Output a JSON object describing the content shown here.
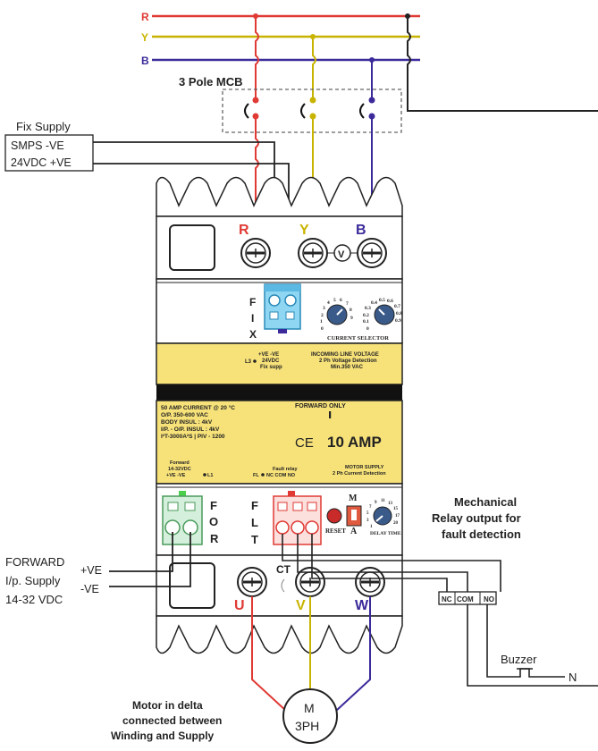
{
  "phases": {
    "r": "R",
    "y": "Y",
    "b": "B"
  },
  "mcb_label": "3 Pole MCB",
  "fix_supply": {
    "title": "Fix Supply",
    "smps_line1": "SMPS  -VE",
    "smps_line2": "24VDC +VE"
  },
  "terminals_top": {
    "r": "R",
    "y": "Y",
    "b": "B",
    "v": "V"
  },
  "terminals_bottom": {
    "u": "U",
    "v": "V",
    "w": "W",
    "ct": "CT"
  },
  "fix_connector": {
    "f": "F",
    "i": "I",
    "x": "X"
  },
  "current_selector": {
    "label": "CURRENT SELECTOR",
    "dial1_ticks": [
      "0",
      "1",
      "2",
      "3",
      "4",
      "5",
      "6",
      "7",
      "8",
      "9"
    ],
    "dial2_ticks": [
      "0",
      "0.1",
      "0.2",
      "0.3",
      "0.4",
      "0.5",
      "0.6",
      "0.7",
      "0.8",
      "0.9"
    ]
  },
  "panel_upper": {
    "fix_ve": "+VE -VE",
    "fix_24": "24VDC",
    "fix_supp": "Fix supp",
    "l3": "L3",
    "incoming_1": "INCOMING LINE VOLTAGE",
    "incoming_2": "2 Ph Voltage Detection",
    "incoming_3": "Min.350 VAC"
  },
  "panel_lower": {
    "spec1": "50 AMP CURRENT @ 20 °C",
    "spec2": "O/P. 350-600 VAC",
    "spec3": "BODY INSUL : 4kV",
    "spec4": "I/P. - O/P. INSUL : 4kV",
    "spec5": "I²T-3000A²S | PIV - 1200",
    "forward_only": "FORWARD ONLY",
    "ce": "CE",
    "rating": "10 AMP",
    "fwd1": "Forward",
    "fwd2": "14-32VDC",
    "fwd3": "+VE -VE",
    "l1": "L1",
    "fault1": "Fault relay",
    "fault2": "FL",
    "fault3": "NC COM NO",
    "motor1": "MOTOR SUPPLY",
    "motor2": "2 Ph Current Detection"
  },
  "for_connector": {
    "f": "F",
    "o": "O",
    "r": "R"
  },
  "flt_connector": {
    "f": "F",
    "l": "L",
    "t": "T"
  },
  "reset": {
    "label": "RESET",
    "m": "M",
    "a": "A"
  },
  "delay": {
    "label": "DELAY TIME",
    "ticks": [
      "1",
      "3",
      "5",
      "7",
      "9",
      "11",
      "13",
      "15",
      "17",
      "20"
    ]
  },
  "relay_note": [
    "Mechanical",
    "Relay output for",
    "fault detection"
  ],
  "relay_terms": {
    "nc": "NC",
    "com": "COM",
    "no": "NO"
  },
  "forward_supply": {
    "line1": "FORWARD",
    "line2": "I/p. Supply",
    "line3": "14-32 VDC",
    "pos": "+VE",
    "neg": "-VE"
  },
  "buzzer": {
    "label": "Buzzer",
    "n": "N"
  },
  "motor": {
    "m": "M",
    "ph": "3PH"
  },
  "motor_note": [
    "Motor in delta",
    "connected between",
    "Winding and Supply"
  ],
  "colors": {
    "red": "#e03a34",
    "yellow": "#c8b400",
    "blue": "#3a2a9a",
    "panel": "#f7e27a",
    "cyan": "#4ab4e0",
    "green": "#4a9a5a"
  }
}
